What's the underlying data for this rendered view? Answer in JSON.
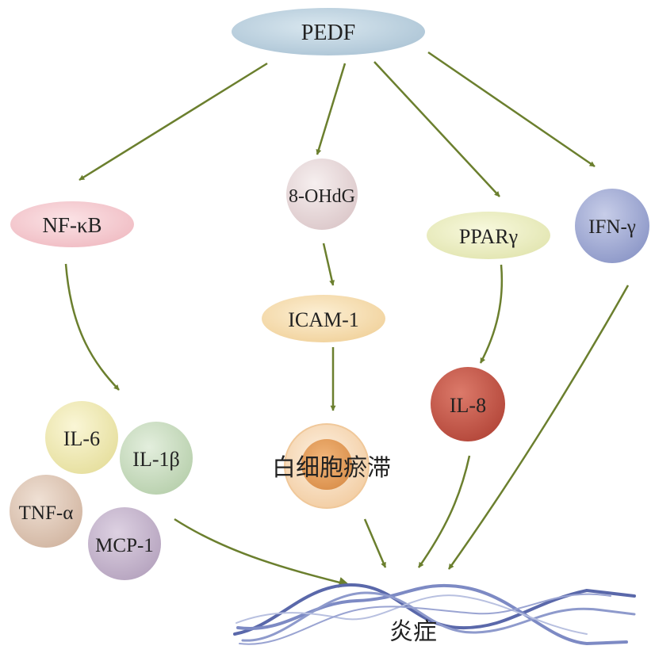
{
  "nodes": {
    "pedf": "PEDF",
    "nfkb": "NF-κB",
    "ohdg": "8-OHdG",
    "ppar": "PPARγ",
    "ifn": "IFN-γ",
    "icam": "ICAM-1",
    "il8": "IL-8",
    "il6": "IL-6",
    "il1b": "IL-1β",
    "tnfa": "TNF-α",
    "mcp1": "MCP-1",
    "leuk": "白细胞瘀滞",
    "inflam": "炎症"
  },
  "colors": {
    "arrow": "#6b7f2e",
    "pedf": "#c3d6e2",
    "nfkb": "#f6d2d6",
    "ohdg": "#eadfe0",
    "ppar": "#eef0c8",
    "ifn": "#a9b2d6",
    "icam": "#f6e0b6",
    "il8": "#c85a4a",
    "il6": "#f2ecb8",
    "il1b": "#cfe0c6",
    "tnfa": "#e2ccbc",
    "mcp1": "#cbbcd2",
    "leuk_outer": "#f9e4cc",
    "leuk_inner": "#e4a060",
    "helix": "#6a78b8"
  }
}
